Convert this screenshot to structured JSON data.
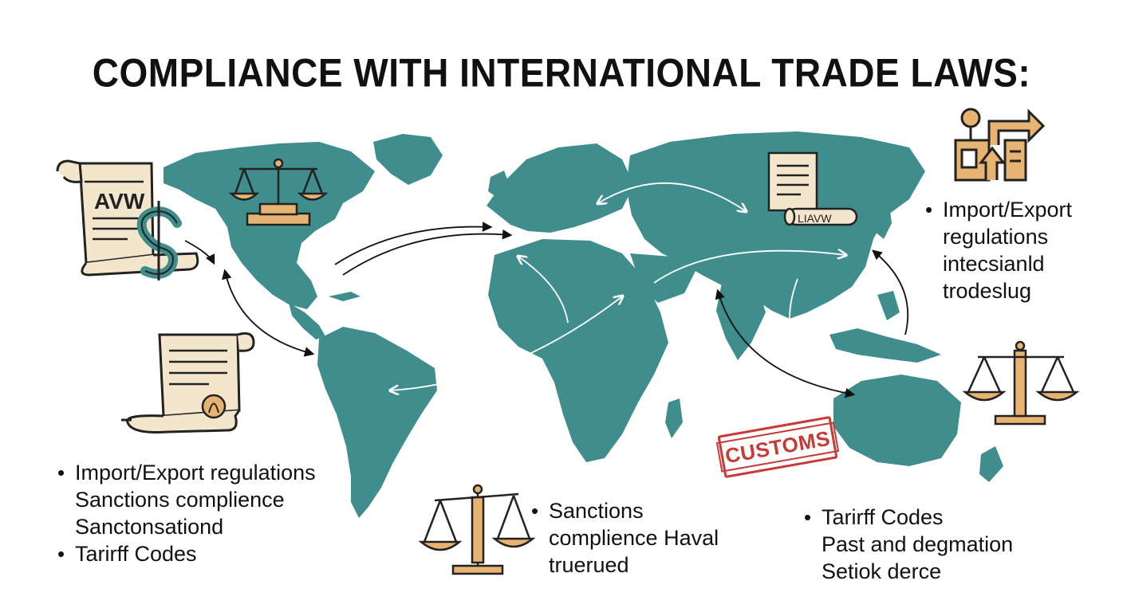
{
  "title": "COMPLIANCE WITH INTERNATIONAL TRADE LAWS:",
  "scroll_label_top_left": "AVW",
  "scroll_label_top_right": "LIAVW",
  "stamp_text": "CUSTOMS",
  "top_right_list": [
    "Import/Export",
    "regulations",
    "intecsianld",
    "trodeslug"
  ],
  "bottom_left_list": [
    {
      "text": "Import/Export regulations",
      "bullet": true
    },
    {
      "text": "Sanctions complience",
      "bullet": false
    },
    {
      "text": "Sanctonsationd",
      "bullet": false
    },
    {
      "text": "Tarirff Codes",
      "bullet": true
    }
  ],
  "bottom_center_list": [
    {
      "text": "Sanctions",
      "bullet": true
    },
    {
      "text": "complience Haval",
      "bullet": false
    },
    {
      "text": "truerued",
      "bullet": false
    }
  ],
  "bottom_right_list": [
    {
      "text": "Tarirff Codes",
      "bullet": true
    },
    {
      "text": "Past and degmation",
      "bullet": false
    },
    {
      "text": "Setiok derce",
      "bullet": false
    }
  ],
  "colors": {
    "map_teal": "#3f8d8c",
    "parchment": "#f3e6cc",
    "gold": "#e6b373",
    "outline": "#222222",
    "stamp_red": "#c73a36"
  }
}
